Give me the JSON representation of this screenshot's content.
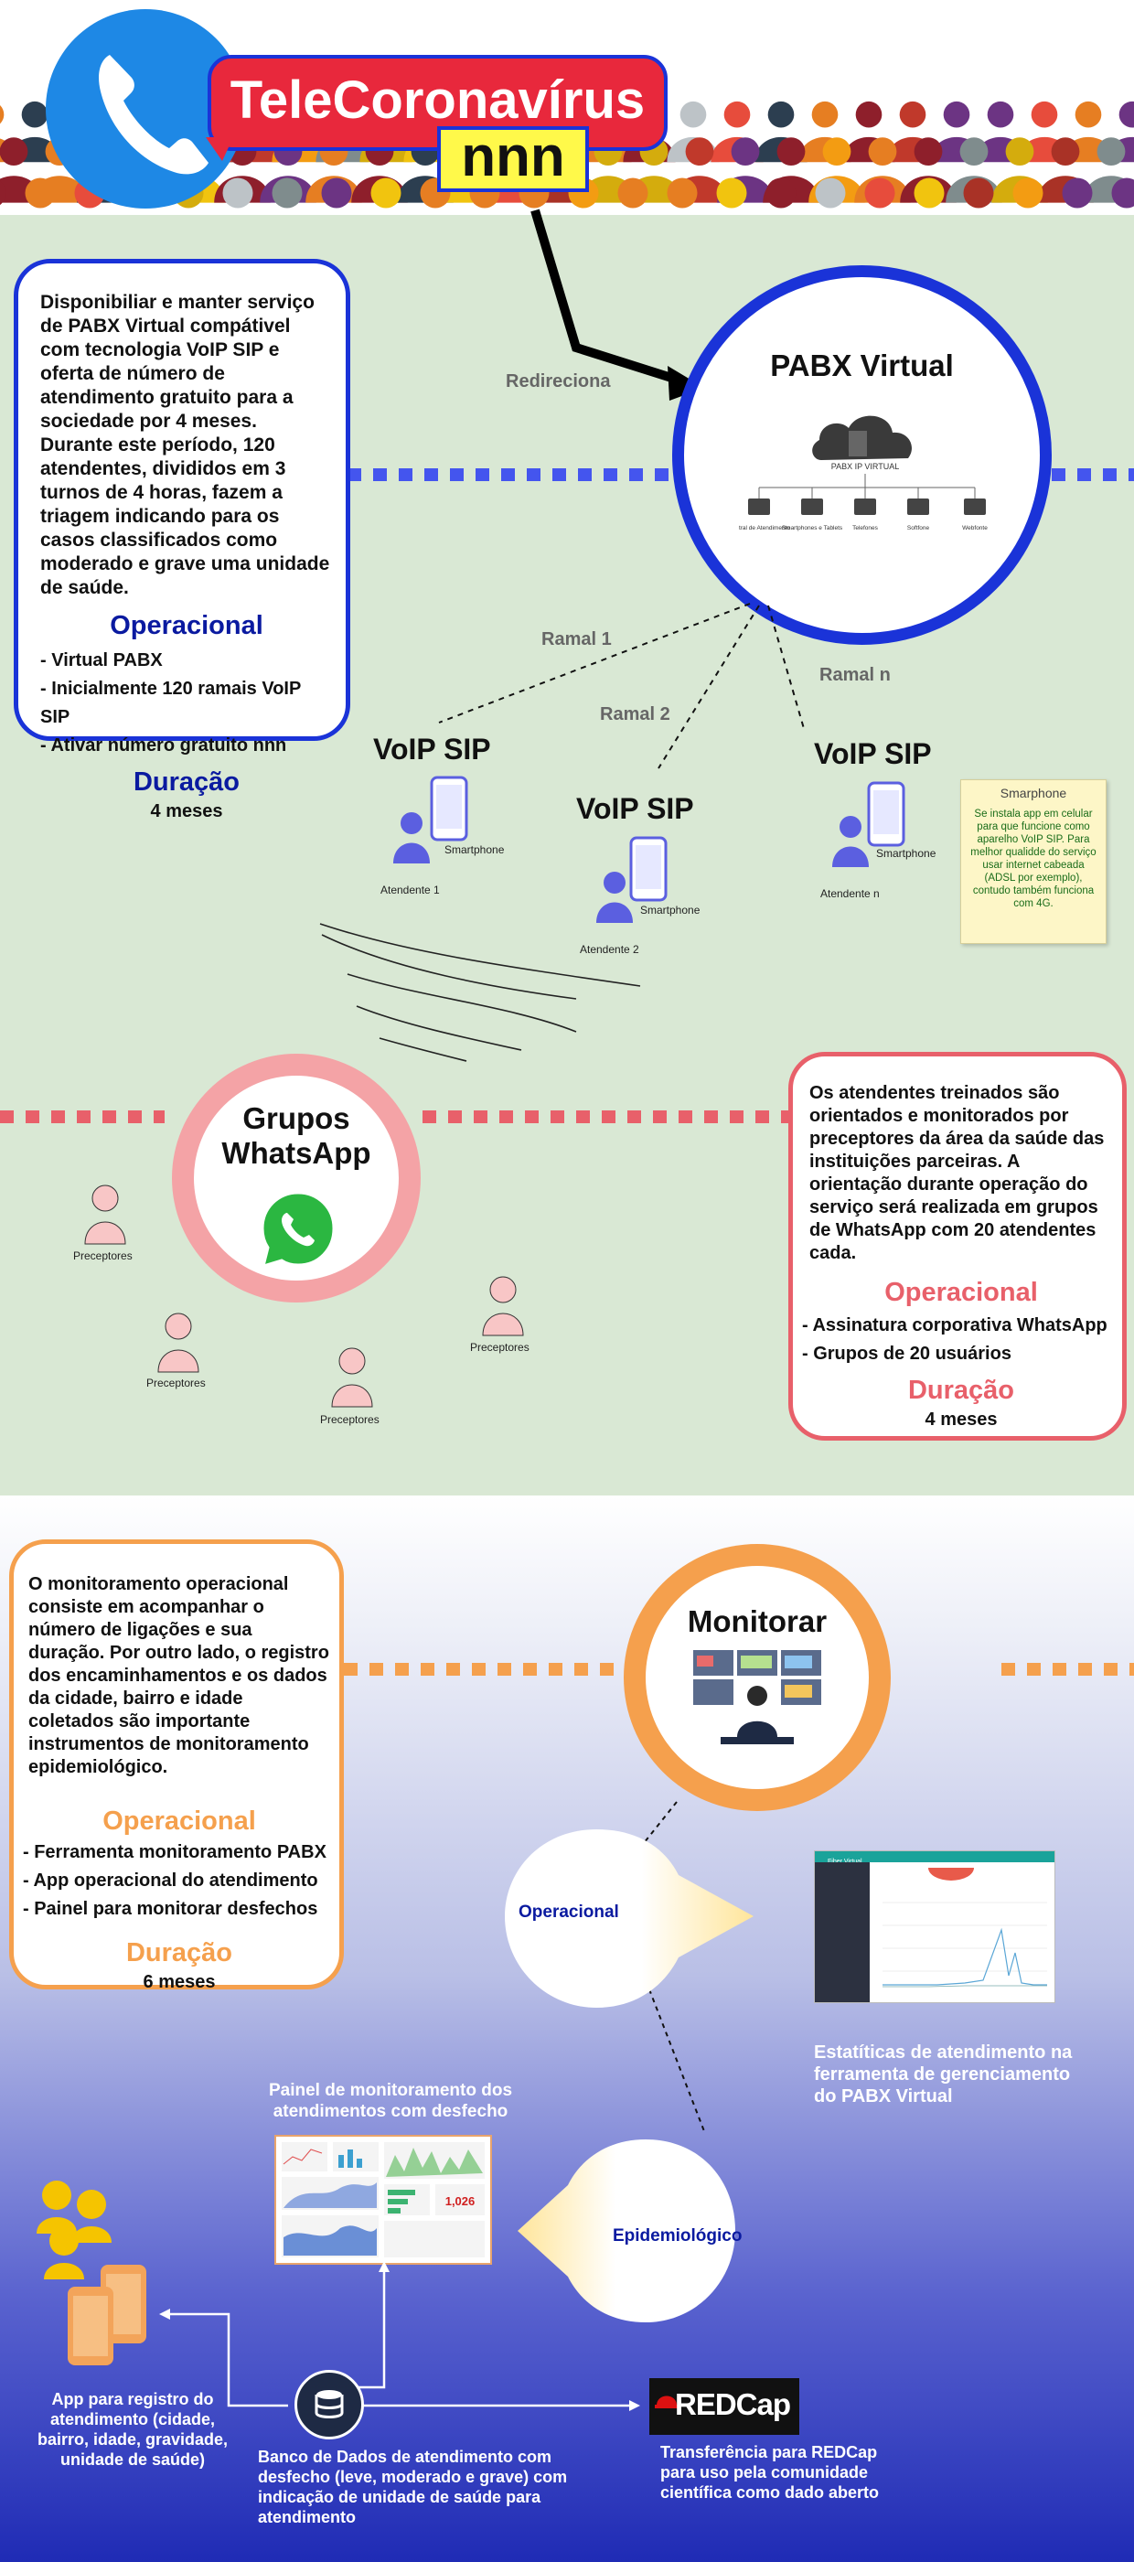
{
  "header": {
    "title": "TeleCoronavírus",
    "number": "nnn"
  },
  "colors": {
    "blue": "#1a33d8",
    "red": "#e8606a",
    "orange": "#f5a04d",
    "green_bg": "#d9e8d4",
    "red_bubble": "#e8283c",
    "navy": "#0a1aa0"
  },
  "pabx": {
    "title": "PABX Virtual",
    "cloud_label": "PABX IP VIRTUAL",
    "devices": [
      "Central de Atendimento",
      "Smartphones e Tablets",
      "Telefones",
      "Softfone",
      "Webfonte"
    ],
    "redirect_label": "Redireciona"
  },
  "card1": {
    "body": "Disponibiliar e manter serviço de PABX Virtual compátivel com tecnologia VoIP SIP e oferta de número de atendimento gratuito para a sociedade por 4 meses. Durante este período, 120 atendentes, divididos em 3 turnos de 4 horas, fazem a triagem indicando para os casos classificados como moderado e grave uma unidade de saúde.",
    "section": "Operacional",
    "items": [
      "- Virtual PABX",
      "- Inicialmente 120 ramais VoIP SIP",
      "- Ativar número gratuito nnn"
    ],
    "duration_title": "Duração",
    "duration": "4 meses"
  },
  "voip": {
    "ramal1": "Ramal 1",
    "ramal2": "Ramal 2",
    "ramaln": "Ramal n",
    "voip_label": "VoIP SIP",
    "smartphone": "Smartphone",
    "att1": "Atendente 1",
    "att2": "Atendente 2",
    "attn": "Atendente n"
  },
  "note": {
    "title": "Smarphone",
    "text": "Se instala app em celular para que funcione como aparelho VoIP SIP. Para melhor qualidde do serviço usar internet cabeada (ADSL por exemplo), contudo também funciona com 4G."
  },
  "whatsapp": {
    "title_line1": "Grupos",
    "title_line2": "WhatsApp",
    "preceptor": "Preceptores"
  },
  "card2": {
    "body": "Os atendentes treinados são orientados e monitorados por preceptores da área da saúde das instituições parceiras. A orientação durante operação do serviço será realizada em grupos de WhatsApp com 20 atendentes cada.",
    "section": "Operacional",
    "items": [
      "- Assinatura corporativa WhatsApp",
      "- Grupos de 20 usuários"
    ],
    "duration_title": "Duração",
    "duration": "4 meses"
  },
  "card3": {
    "body": "O monitoramento operacional consiste em acompanhar o número de ligações e sua duração. Por outro lado, o registro dos encaminhamentos e os dados da cidade, bairro e idade coletados são importante instrumentos de monitoramento epidemiológico.",
    "section": "Operacional",
    "items": [
      "- Ferramenta monitoramento PABX",
      "- App operacional do atendimento",
      "- Painel para monitorar desfechos"
    ],
    "duration_title": "Duração",
    "duration": "6 meses"
  },
  "monitor": {
    "title": "Monitorar",
    "operacional": "Operacional",
    "epidemiologico": "Epidemiológico",
    "stats_caption": "Estatíticas de atendimento na ferramenta de gerenciamento do PABX Virtual",
    "pabx_ui_title": "Fiber Virtual",
    "panel_caption": "Painel de monitoramento dos atendimentos com desfecho",
    "panel_number": "1,026",
    "app_caption": "App para registro do atendimento (cidade, bairro, idade, gravidade, unidade de saúde)",
    "db_caption": "Banco de Dados de atendimento com desfecho (leve, moderado e grave) com indicação de unidade de saúde para atendimento",
    "redcap_logo": "REDCap",
    "redcap_caption": "Transferência para REDCap  para uso pela comunidade  científica como dado aberto"
  }
}
